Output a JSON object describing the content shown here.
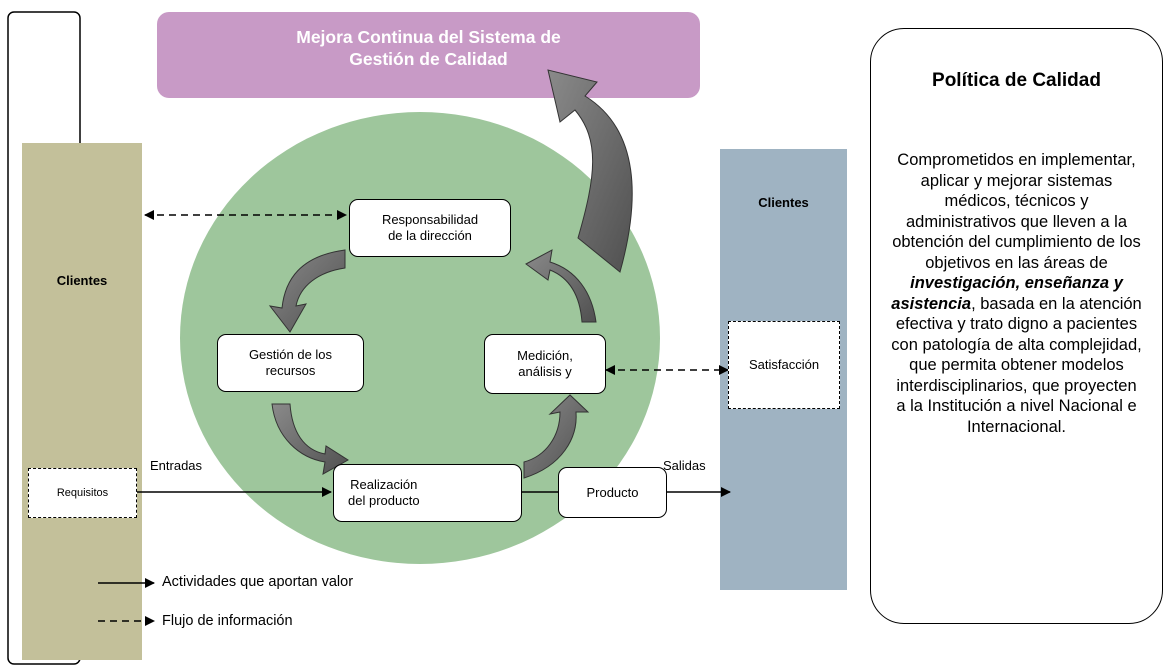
{
  "top_banner": {
    "line1": "Mejora Continua del Sistema de",
    "line2": "Gestión de Calidad"
  },
  "left_column": {
    "label": "Clientes"
  },
  "right_column": {
    "label": "Clientes"
  },
  "process": {
    "responsabilidad": {
      "line1": "Responsabilidad",
      "line2": "de la dirección"
    },
    "gestion": {
      "line1": "Gestión de los",
      "line2": "recursos"
    },
    "medicion": {
      "line1": "Medición,",
      "line2": "análisis y"
    },
    "realizacion": {
      "line1": "Realización",
      "line2": "del producto"
    }
  },
  "requisitos": "Requisitos",
  "satisfaccion": "Satisfacción",
  "producto": "Producto",
  "entradas": "Entradas",
  "salidas": "Salidas",
  "legend": {
    "solid": "Actividades que aportan valor",
    "dashed": "Flujo de información"
  },
  "policy": {
    "title": "Política de Calidad",
    "text_before": "Comprometidos en implementar, aplicar y mejorar sistemas médicos, técnicos y administrativos que lleven a la obtención del cumplimiento de los objetivos en las áreas de ",
    "text_emphasis": "investigación, enseñanza y asistencia",
    "text_after": ", basada en la atención efectiva y trato digno a pacientes con patología de alta complejidad, que permita obtener modelos interdisciplinarios, que proyecten a la Institución a nivel Nacional e Internacional."
  },
  "colors": {
    "banner": "#c89ac6",
    "circle": "#9ec69c",
    "left_column": "#c3c09a",
    "right_column": "#9fb3c2",
    "arrow_gray": "#6a6a6a"
  }
}
